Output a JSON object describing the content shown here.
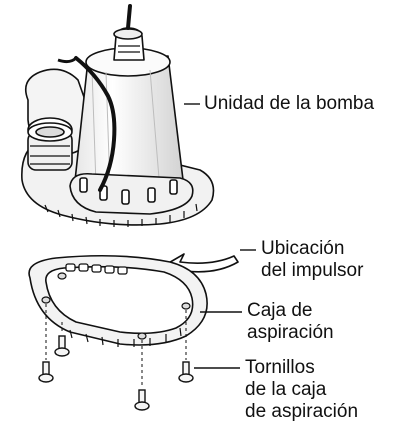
{
  "labels": {
    "pump_unit": "Unidad de la bomba",
    "impeller_location": [
      "Ubicación",
      "del impulsor"
    ],
    "intake_housing": [
      "Caja de",
      "aspiración"
    ],
    "intake_screws": [
      "Tornillos",
      "de la caja",
      "de aspiración"
    ]
  },
  "colors": {
    "line": "#111111",
    "body_light": "#f7f7f7",
    "body_shade": "#dcdcdc",
    "background": "#ffffff"
  }
}
